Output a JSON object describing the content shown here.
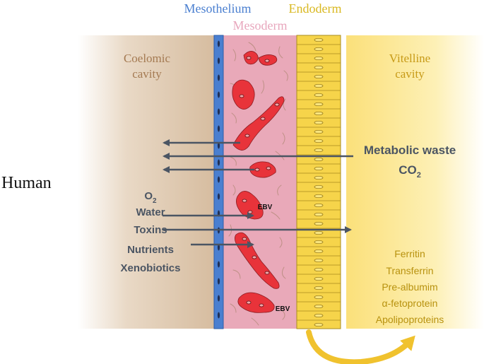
{
  "header": {
    "mesothelium": "Mesothelium",
    "endoderm": "Endoderm",
    "mesoderm": "Mesoderm"
  },
  "side_label": "Human",
  "regions": {
    "coelomic_line1": "Coelomic",
    "coelomic_line2": "cavity",
    "vitelline_line1": "Vitelline",
    "vitelline_line2": "cavity"
  },
  "outgoing": {
    "line1": "Metabolic waste",
    "line2_base": "CO",
    "line2_sub": "2"
  },
  "incoming": {
    "o2_base": "O",
    "o2_sub": "2",
    "items": [
      "Water",
      "Toxins",
      "Nutrients",
      "Xenobiotics"
    ]
  },
  "proteins": [
    "Ferritin",
    "Transferrin",
    "Pre-albumim",
    "α-fetoprotein",
    "Apolipoproteins"
  ],
  "vessel_labels": [
    "EBV",
    "EBV"
  ],
  "colors": {
    "mesothelium": "#4a7fd0",
    "endoderm": "#d9b820",
    "mesoderm": "#e8a7b7",
    "coelomic": "#d9c1a6",
    "vitelline": "#fbe588",
    "vessel": "#e8333a",
    "arrow": "#4b5563",
    "curve_arrow": "#f0c22e"
  }
}
